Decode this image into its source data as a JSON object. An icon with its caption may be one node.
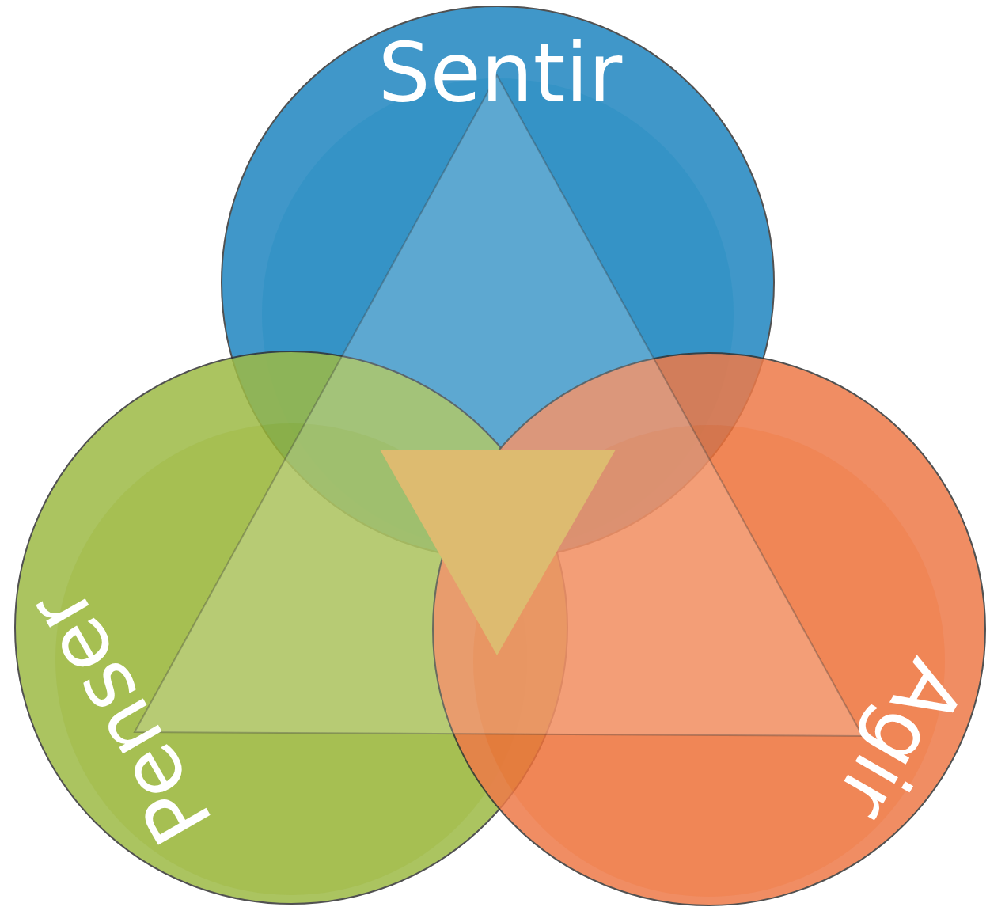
{
  "diagram": {
    "nodes": [
      {
        "text": [
          "Sentir"
        ]
      },
      {
        "text": [
          "Penser"
        ]
      },
      {
        "text": [
          "Agir"
        ]
      }
    ]
  }
}
